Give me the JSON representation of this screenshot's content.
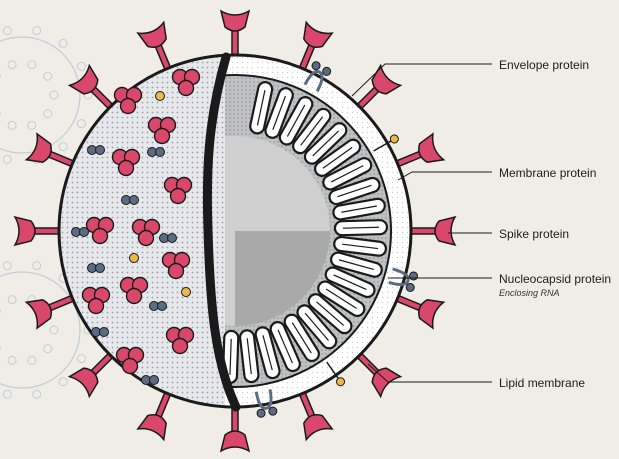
{
  "colors": {
    "background": "#efede6",
    "spike": "#d9486a",
    "spike_dark": "#b83356",
    "outline": "#1a1a1a",
    "membrane_protein": "#5a6b82",
    "envelope_protein": "#e9b94a",
    "lipid_fill": "#ffffff",
    "interior": "#cfcfcf",
    "interior_dark": "#9a9a9a"
  },
  "labels": {
    "envelope": "Envelope protein",
    "membrane": "Membrane protein",
    "spike": "Spike protein",
    "nucleocapsid": "Nucleocapsid protein",
    "nucleocapsid_sub": "Enclosing RNA",
    "lipid": "Lipid membrane"
  },
  "icons": {
    "spike": "spike-protein-icon",
    "membrane": "membrane-protein-icon",
    "envelope": "envelope-protein-icon",
    "background_virus": "virus-icon"
  }
}
